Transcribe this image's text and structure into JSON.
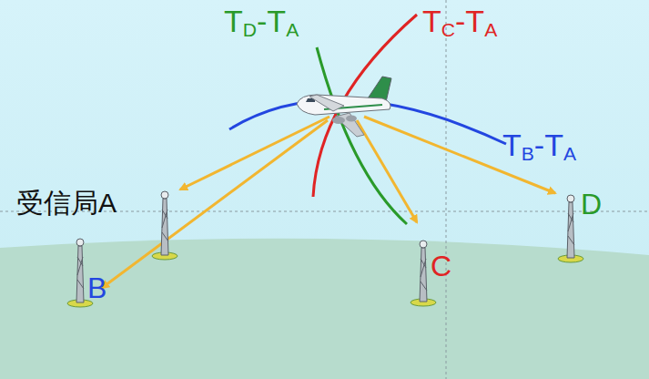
{
  "diagram": {
    "labels": [
      "TD-TA",
      "TC-TA",
      "TB-TA",
      "受信局A",
      "B",
      "C",
      "D"
    ]
  }
}
